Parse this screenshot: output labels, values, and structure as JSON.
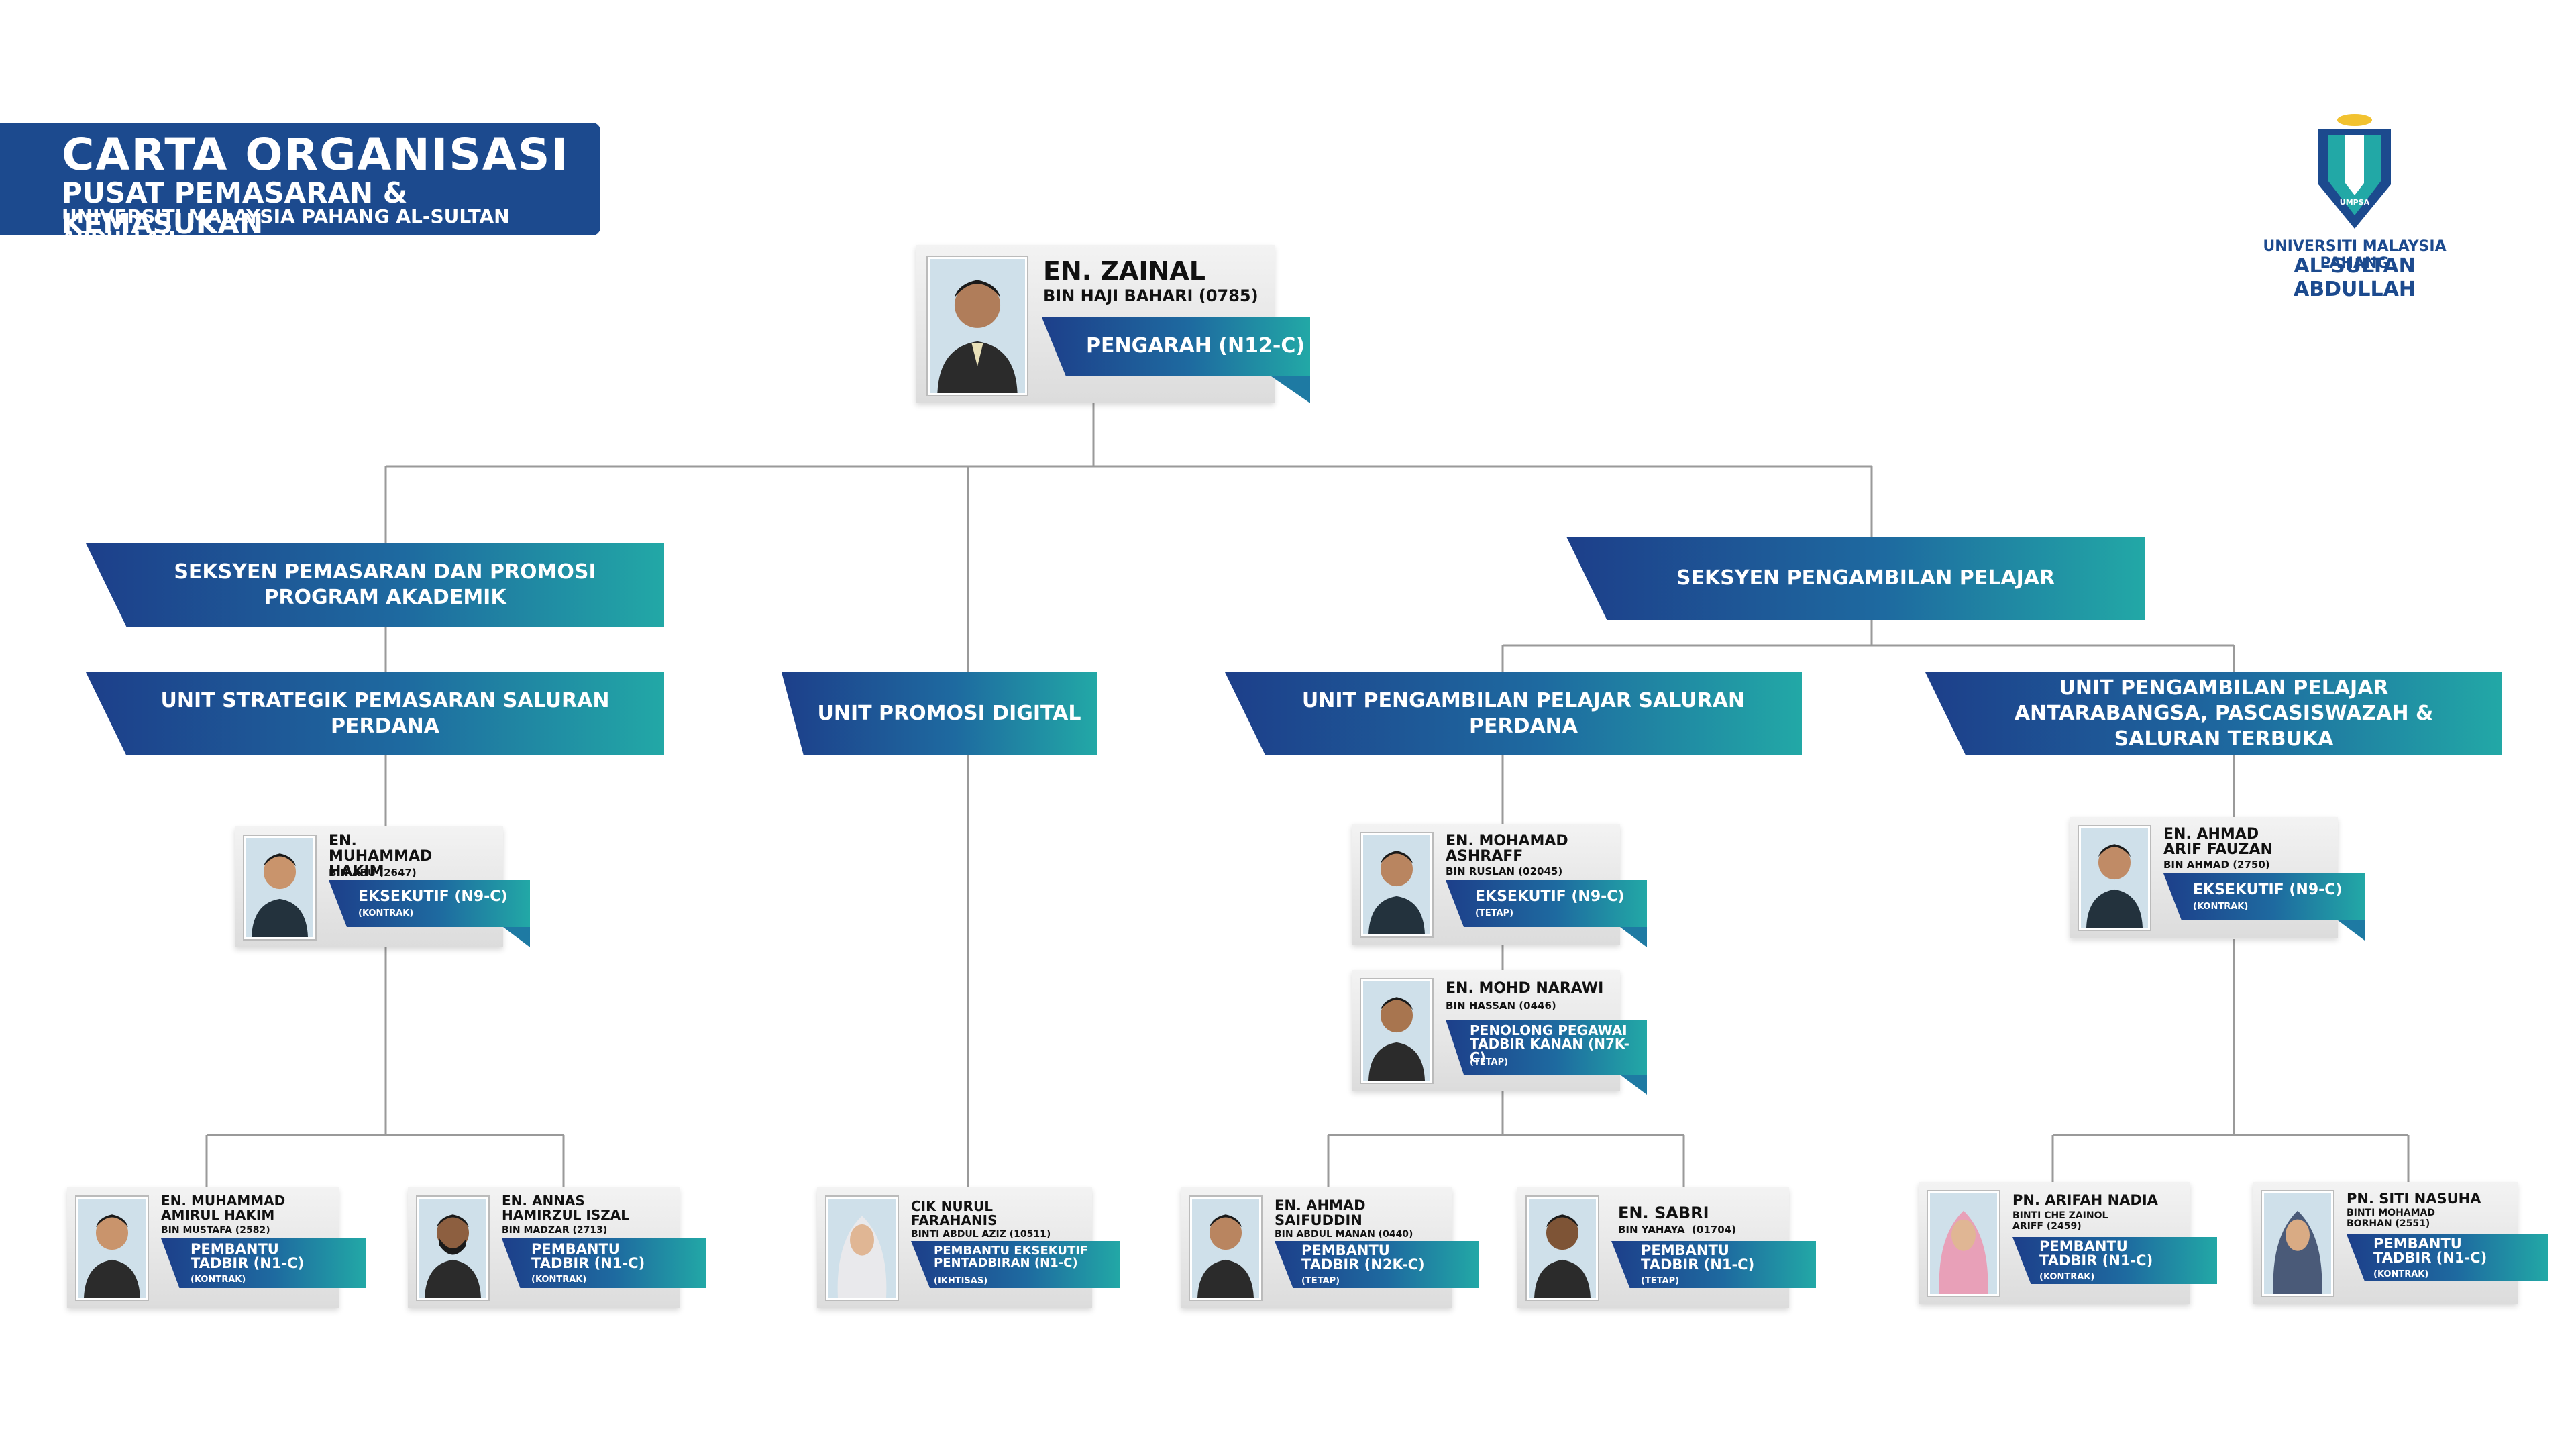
{
  "header": {
    "title": "CARTA ORGANISASI",
    "subtitle": "PUSAT PEMASARAN & KEMASUKAN",
    "university": "UNIVERSITI MALAYSIA PAHANG AL-SULTAN ABDULLAH"
  },
  "logo": {
    "mark": "UMPSA",
    "line1": "UNIVERSITI MALAYSIA PAHANG",
    "line2": "AL-SULTAN ABDULLAH",
    "colors": {
      "navy": "#1c4a8e",
      "teal": "#22a8a6",
      "gold": "#f2c230"
    }
  },
  "colors": {
    "banner_start": "#1d3f8a",
    "banner_end": "#22a8a6",
    "connector": "#9a9a9a"
  },
  "director": {
    "name": "EN. ZAINAL",
    "detail": "BIN HAJI BAHARI",
    "id": "(0785)",
    "role": "PENGARAH (N12-C)"
  },
  "sections": {
    "marketing": "SEKSYEN PEMASARAN DAN PROMOSI PROGRAM AKADEMIK",
    "intake": "SEKSYEN PENGAMBILAN PELAJAR"
  },
  "units": {
    "strategic": "UNIT STRATEGIK PEMASARAN SALURAN PERDANA",
    "digital": "UNIT PROMOSI DIGITAL",
    "intake_main": "UNIT PENGAMBILAN PELAJAR SALURAN PERDANA",
    "intake_intl": "UNIT PENGAMBILAN PELAJAR ANTARABANGSA, PASCASISWAZAH & SALURAN TERBUKA"
  },
  "staff": {
    "hakim": {
      "name": "EN. MUHAMMAD HAKIM",
      "detail": "BIN ABU",
      "id": "(2647)",
      "role": "EKSEKUTIF (N9-C)",
      "status": "(KONTRAK)"
    },
    "ashraff": {
      "name": "EN. MOHAMAD ASHRAFF",
      "detail": "BIN RUSLAN",
      "id": "(02045)",
      "role": "EKSEKUTIF (N9-C)",
      "status": "(TETAP)"
    },
    "narawi": {
      "name": "EN. MOHD NARAWI",
      "detail": "BIN HASSAN",
      "id": "(0446)",
      "role": "PENOLONG PEGAWAI TADBIR KANAN (N7K-C)",
      "status": "(TETAP)"
    },
    "fauzan": {
      "name": "EN. AHMAD ARIF FAUZAN",
      "detail": "BIN AHMAD",
      "id": "(2750)",
      "role": "EKSEKUTIF (N9-C)",
      "status": "(KONTRAK)"
    },
    "amirul": {
      "name": "EN. MUHAMMAD AMIRUL HAKIM",
      "detail": "BIN MUSTAFA",
      "id": "(2582)",
      "role": "PEMBANTU TADBIR (N1-C)",
      "status": "(KONTRAK)"
    },
    "annas": {
      "name": "EN. ANNAS HAMIRZUL ISZAL",
      "detail": "BIN MADZAR",
      "id": "(2713)",
      "role": "PEMBANTU TADBIR (N1-C)",
      "status": "(KONTRAK)"
    },
    "farahanis": {
      "name": "CIK NURUL FARAHANIS",
      "detail": "BINTI ABDUL AZIZ",
      "id": "(10511)",
      "role": "PEMBANTU EKSEKUTIF PENTADBIRAN (N1-C)",
      "status": "(IKHTISAS)"
    },
    "saifuddin": {
      "name": "EN. AHMAD SAIFUDDIN",
      "detail": "BIN ABDUL MANAN",
      "id": "(0440)",
      "role": "PEMBANTU TADBIR (N2K-C)",
      "status": "(TETAP)"
    },
    "sabri": {
      "name": "EN. SABRI",
      "detail": "BIN YAHAYA",
      "id": "(01704)",
      "role": "PEMBANTU TADBIR (N1-C)",
      "status": "(TETAP)"
    },
    "arifah": {
      "name": "PN. ARIFAH NADIA",
      "detail": "BINTI CHE ZAINOL ARIFF",
      "id": "(2459)",
      "role": "PEMBANTU TADBIR (N1-C)",
      "status": "(KONTRAK)"
    },
    "nasuha": {
      "name": "PN. SITI NASUHA",
      "detail": "BINTI MOHAMAD BORHAN",
      "id": "(2551)",
      "role": "PEMBANTU TADBIR (N1-C)",
      "status": "(KONTRAK)"
    }
  }
}
